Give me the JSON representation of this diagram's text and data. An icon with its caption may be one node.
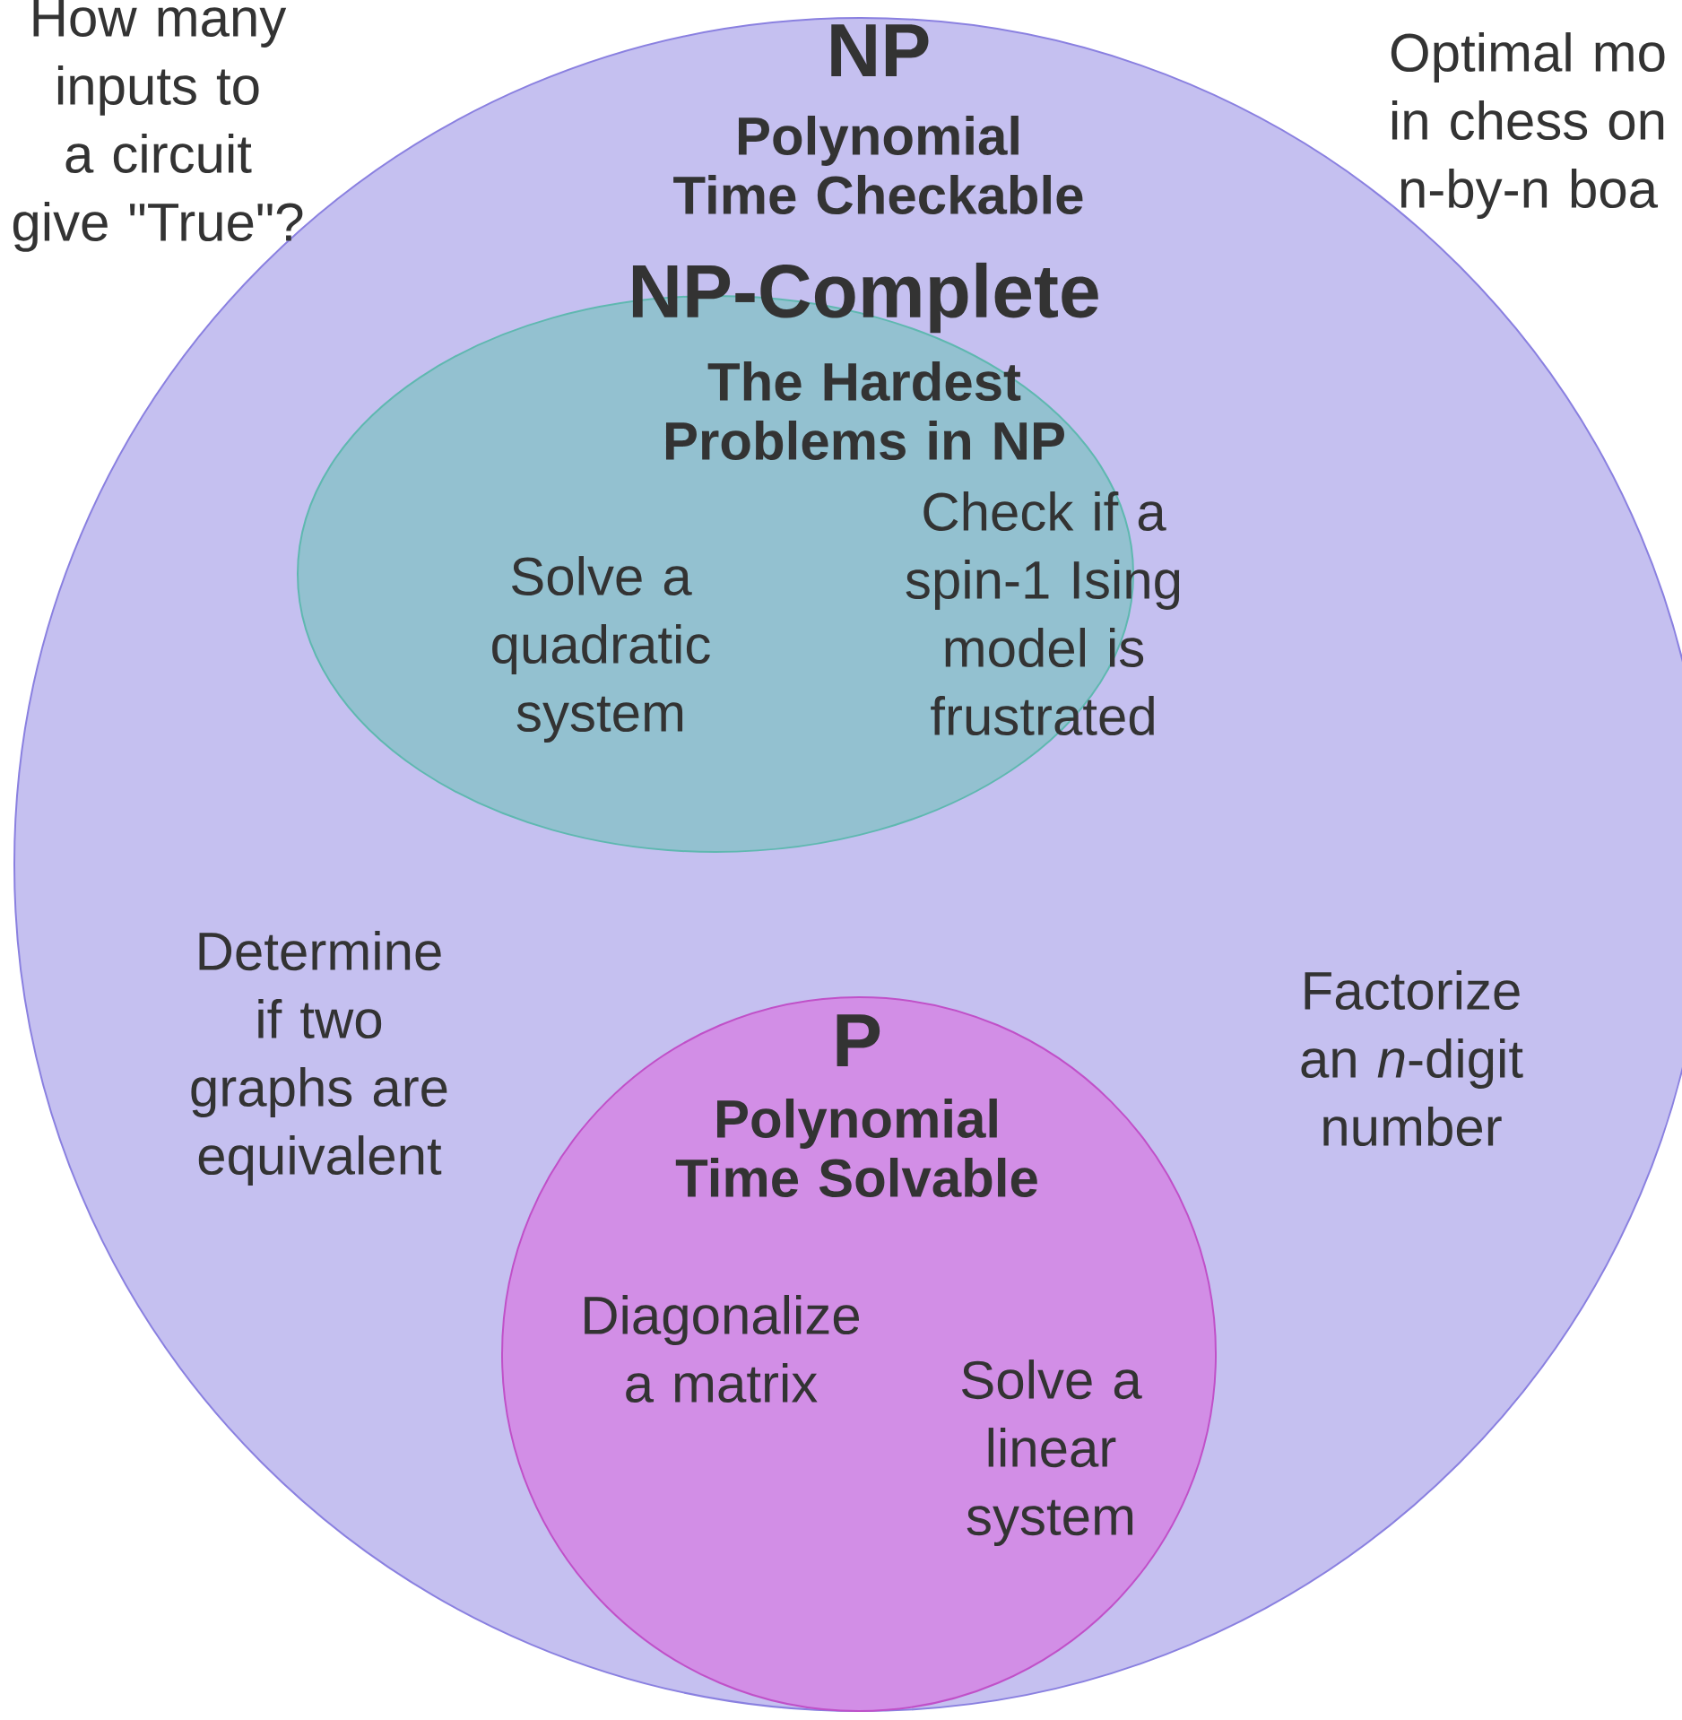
{
  "diagram": {
    "nodes": [
      {
        "text": [
          "NP",
          "Polynomial Time Checkable"
        ]
      },
      {
        "text": [
          "NP-Complete",
          "The Hardest Problems in NP"
        ],
        "in": 0
      },
      {
        "text": [
          "P",
          "Polynomial Time Solvable"
        ],
        "in": 0
      }
    ],
    "labels": [
      "How many inputs to a circuit give \"True\"?",
      "Optimal mo in chess on n-by-n boa",
      "Solve a quadratic system",
      "Check if a spin-1 Ising model is frustrated",
      "Determine if two graphs are equivalent",
      "Factorize an *n*-digit number",
      "Diagonalize a matrix",
      "Solve a linear system"
    ]
  }
}
